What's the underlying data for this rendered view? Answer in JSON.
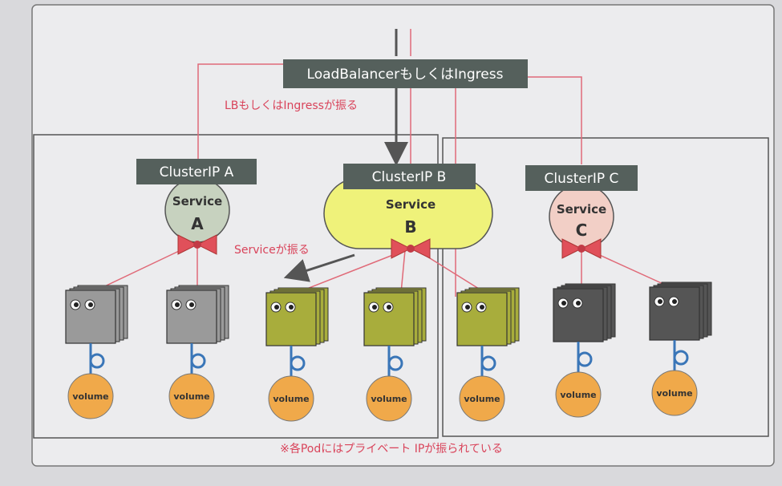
{
  "load_balancer": {
    "label": "LoadBalancerもしくはIngress"
  },
  "annotations": {
    "lb_distributes": "LBもしくはIngressが振る",
    "service_distributes": "Serviceが振る",
    "footnote": "※各Podにはプライベート IPが振られている"
  },
  "cluster_ips": [
    {
      "label": "ClusterIP A",
      "service_label": "Service",
      "service_letter": "A"
    },
    {
      "label": "ClusterIP B",
      "service_label": "Service",
      "service_letter": "B"
    },
    {
      "label": "ClusterIP C",
      "service_label": "Service",
      "service_letter": "C"
    }
  ],
  "pods": [
    {
      "service": "A",
      "volume_label": "volume"
    },
    {
      "service": "A",
      "volume_label": "volume"
    },
    {
      "service": "B",
      "volume_label": "volume"
    },
    {
      "service": "B",
      "volume_label": "volume"
    },
    {
      "service": "B",
      "volume_label": "volume"
    },
    {
      "service": "C",
      "volume_label": "volume"
    },
    {
      "service": "C",
      "volume_label": "volume"
    }
  ],
  "colors": {
    "label_box": "#55605c",
    "connector_red": "#e06a78",
    "service_a": "#c7d2bf",
    "service_b": "#eff27a",
    "service_c": "#f2cfc6",
    "pod_a": "#9a9a9a",
    "pod_b": "#a8ad3c",
    "pod_c": "#555555",
    "volume": "#f0a94a",
    "bow": "#e0505a"
  }
}
